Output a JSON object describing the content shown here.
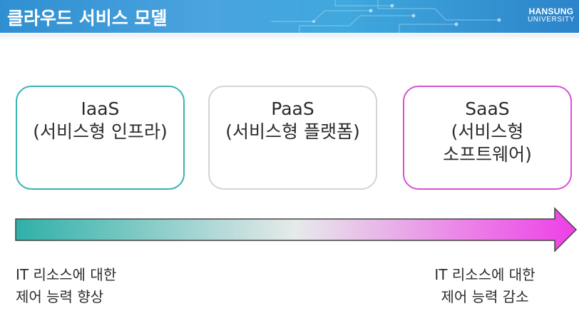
{
  "header": {
    "title": "클라우드 서비스 모델",
    "logo_main": "HANSUNG",
    "logo_sub": "UNIVERSITY",
    "colors": {
      "bar": "#3fa0dc",
      "text": "#ffffff"
    }
  },
  "models": [
    {
      "title": "IaaS",
      "subtitle": "(서비스형 인프라)",
      "border_color": "#36b4b0"
    },
    {
      "title": "PaaS",
      "subtitle": "(서비스형 플랫폼)",
      "border_color": "#d4d4d4"
    },
    {
      "title": "SaaS",
      "subtitle": "(서비스형\n소프트웨어)",
      "border_color": "#d94fd6"
    }
  ],
  "arrow": {
    "start_color": "#2fb0a8",
    "mid_color": "#e6eaea",
    "end_color": "#ee3fe6"
  },
  "notes": {
    "left": "IT 리소스에 대한\n제어 능력 향상",
    "right": "IT 리소스에 대한\n제어 능력 감소"
  }
}
